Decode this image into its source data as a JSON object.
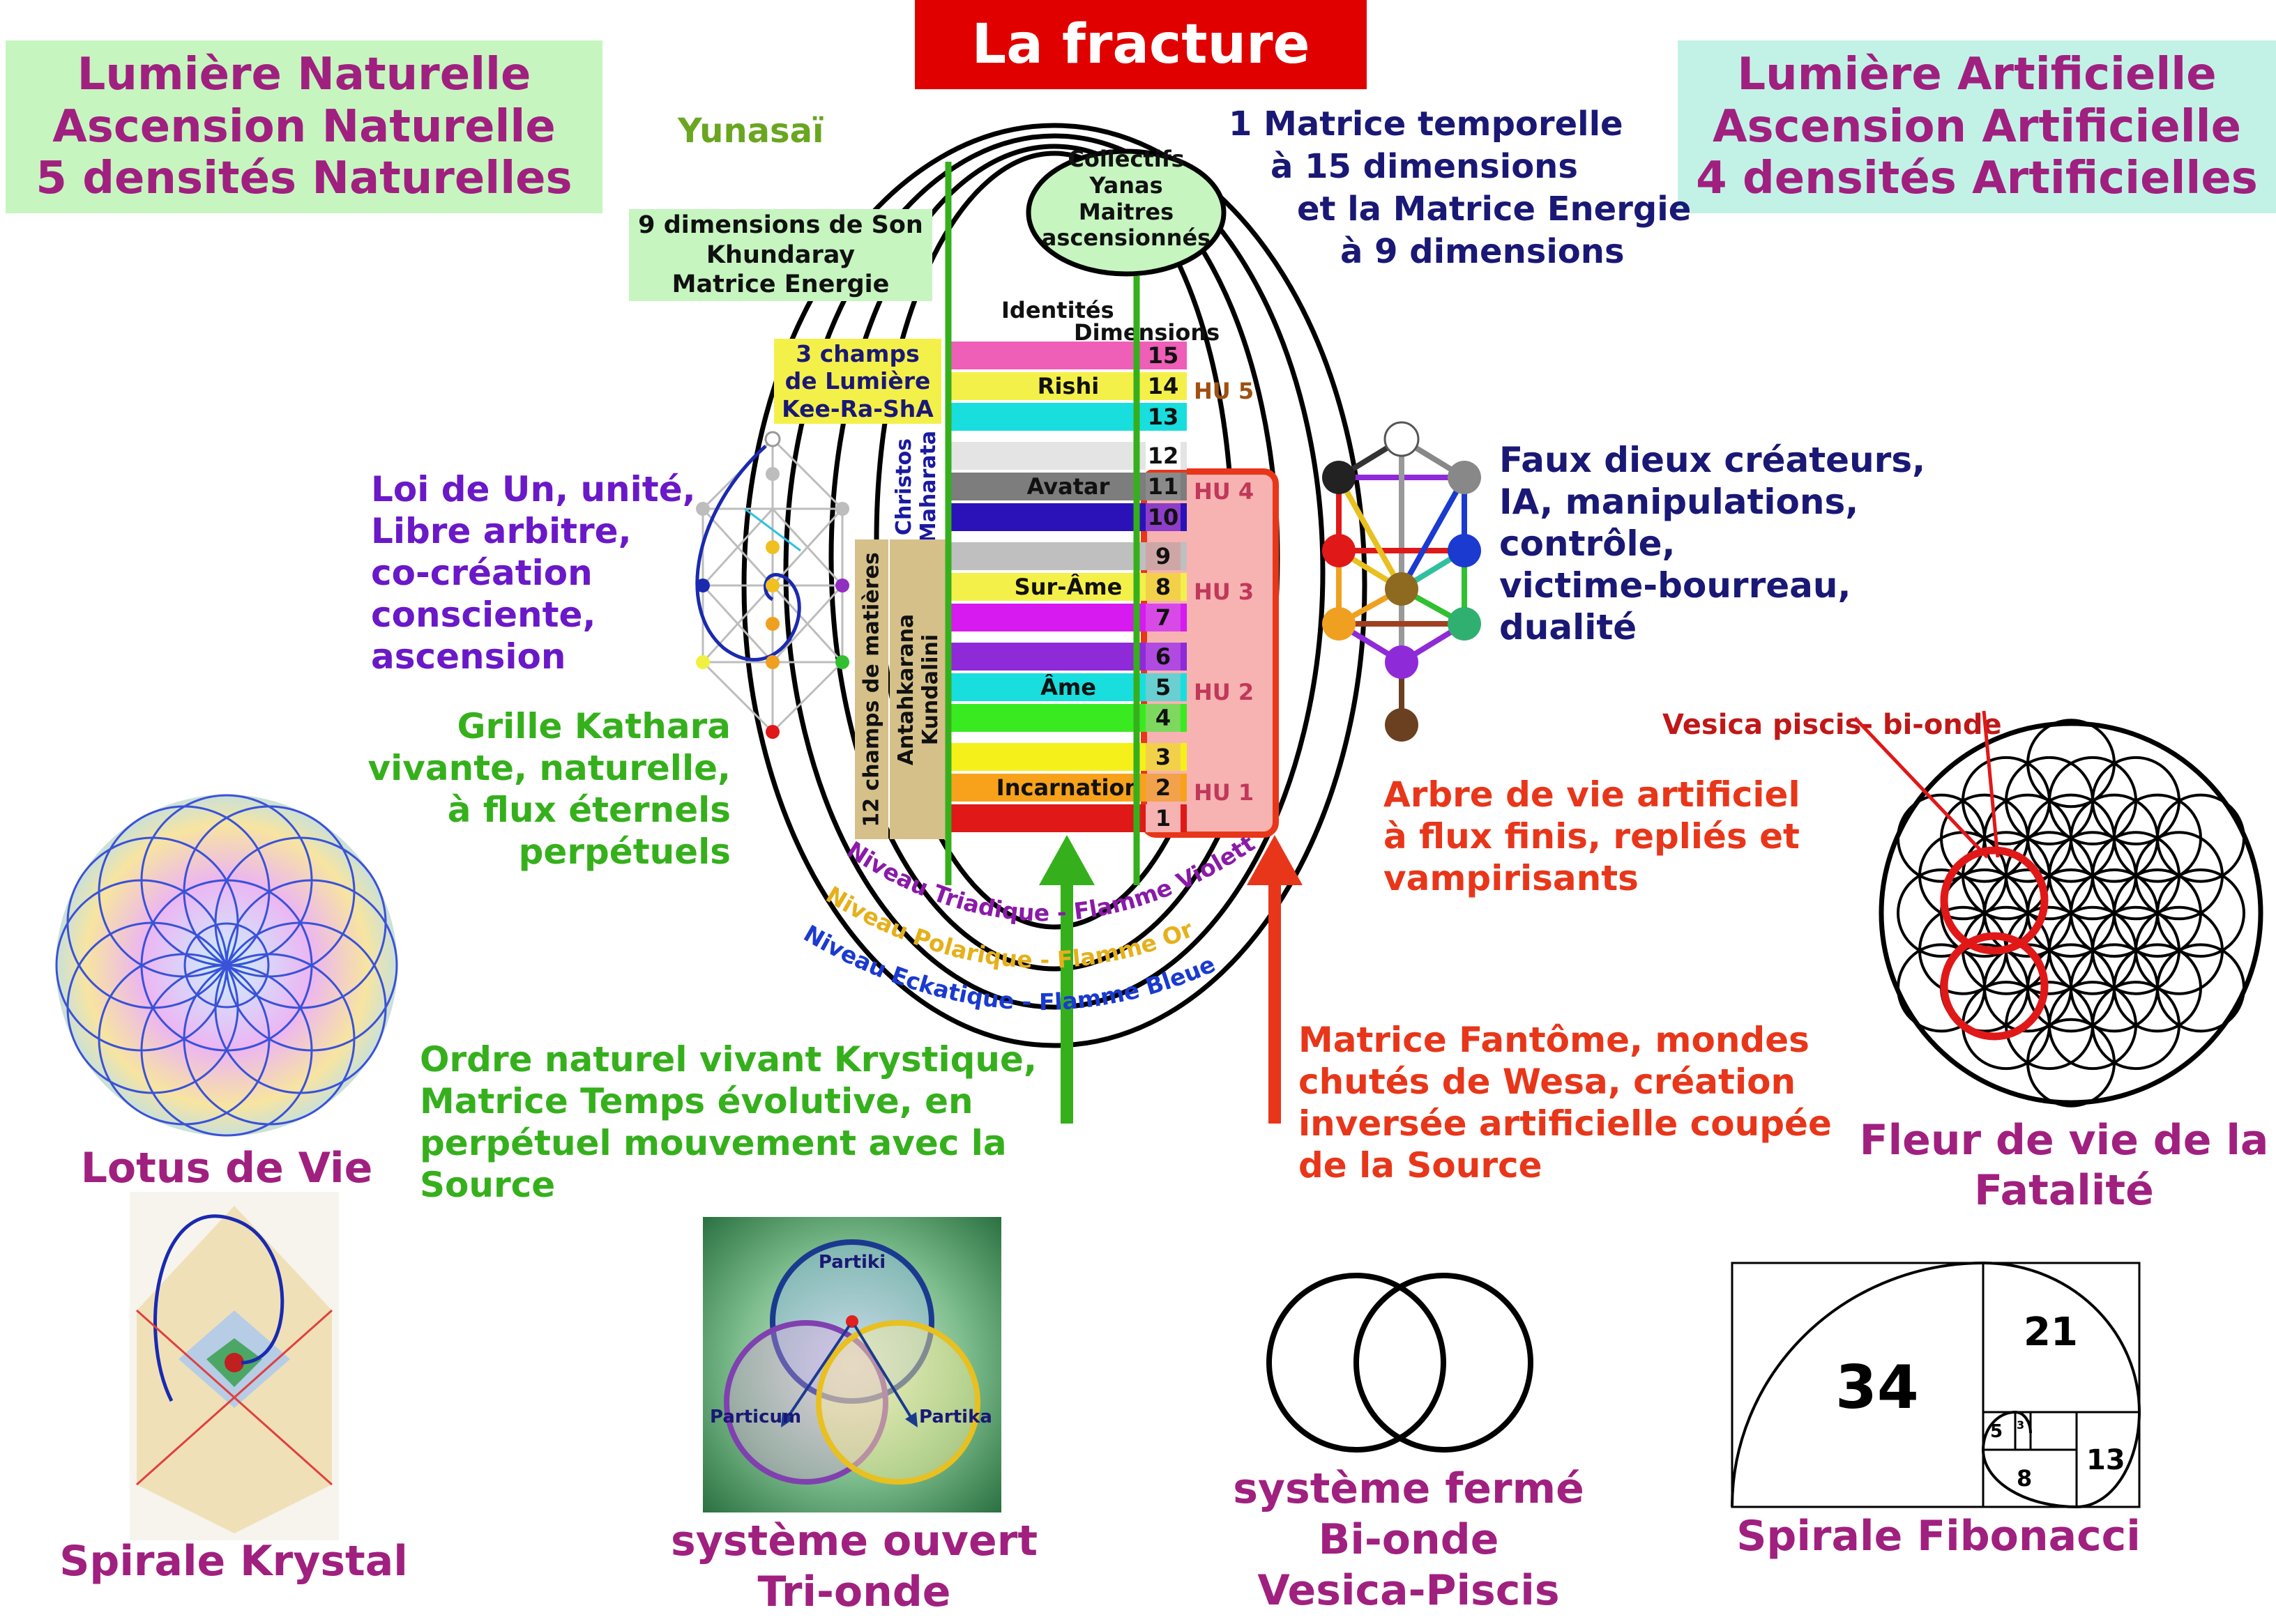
{
  "title": "La fracture",
  "left_header": {
    "line1": "Lumière Naturelle",
    "line2": "Ascension Naturelle",
    "line3": "5 densités Naturelles"
  },
  "right_header": {
    "line1": "Lumière Artificielle",
    "line2": "Ascension Artificielle",
    "line3": "4 densités Artificielles"
  },
  "center": {
    "yunasai": "Yunasaï",
    "collectifs": [
      "Collectifs",
      "Yanas",
      "Maitres",
      "ascensionnés"
    ],
    "dims_box": [
      "9 dimensions de Son",
      "Khundaray",
      "Matrice Energie"
    ],
    "matrice_temporelle": [
      "1 Matrice temporelle",
      "à 15 dimensions",
      "et la Matrice Energie",
      "à 9 dimensions"
    ],
    "identites": "Identités",
    "dimensions": "Dimensions",
    "champs_lumiere": [
      "3 champs",
      "de Lumière",
      "Kee-Ra-ShA"
    ],
    "christos": [
      "Christos",
      "Maharata"
    ],
    "antahkarana": [
      "Antahkarana",
      "Kundalini"
    ],
    "champs_matieres": "12 champs de matières",
    "band_labels": {
      "rishi": "Rishi",
      "avatar": "Avatar",
      "sur_ame": "Sur-Âme",
      "ame": "Âme",
      "incarnation": "Incarnation"
    },
    "numbers": [
      "15",
      "14",
      "13",
      "12",
      "11",
      "10",
      "9",
      "8",
      "7",
      "6",
      "5",
      "4",
      "3",
      "2",
      "1"
    ],
    "hu": [
      "HU 5",
      "HU 4",
      "HU 3",
      "HU 2",
      "HU 1"
    ],
    "arc_labels": [
      "Niveau Triadique - Flamme Violette",
      "Niveau Polarique - Flamme Or",
      "Niveau Eckatique - Flamme Bleue"
    ]
  },
  "left_texts": {
    "loi": [
      "Loi de Un, unité,",
      "Libre arbitre,",
      "co-création",
      "consciente,",
      "ascension"
    ],
    "grille": [
      "Grille Kathara",
      "vivante, naturelle,",
      "à flux éternels",
      "perpétuels"
    ],
    "ordre": [
      "Ordre naturel vivant Krystique,",
      "Matrice Temps évolutive, en",
      "perpétuel mouvement avec la",
      "Source"
    ]
  },
  "right_texts": {
    "faux": [
      "Faux dieux créateurs,",
      "IA, manipulations,",
      "contrôle,",
      "victime-bourreau,",
      "dualité"
    ],
    "arbre": [
      "Arbre de vie artificiel",
      "à flux finis, repliés et",
      "vampirisants"
    ],
    "matrice_fantome": [
      "Matrice Fantôme, mondes",
      "chutés de Wesa, création",
      "inversée artificielle coupée",
      "de la Source"
    ],
    "vesica_label": "Vesica piscis- bi-onde"
  },
  "bottom": {
    "lotus": "Lotus de Vie",
    "spirale_krystal": "Spirale Krystal",
    "tri_onde": [
      "système ouvert",
      "Tri-onde"
    ],
    "partiki": "Partiki",
    "particum": "Particum",
    "partika": "Partika",
    "bi_onde": [
      "système fermé",
      "Bi-onde",
      "Vesica-Piscis"
    ],
    "fleur": [
      "Fleur de vie de la",
      "Fatalité"
    ],
    "fibonacci": "Spirale Fibonacci",
    "fib_numbers": [
      "34",
      "21",
      "13",
      "8",
      "5",
      "3"
    ]
  },
  "colors": {
    "title_bg": "#e00000",
    "left_header_bg": "#c6f5c0",
    "right_header_bg": "#c2f2e6",
    "magenta_text": "#a0207f",
    "green_text": "#35b01c",
    "navy_text": "#1a1875",
    "purple_text": "#6a18c8",
    "red_text": "#e8361a",
    "hu_red_box": "#f7b2b2"
  }
}
